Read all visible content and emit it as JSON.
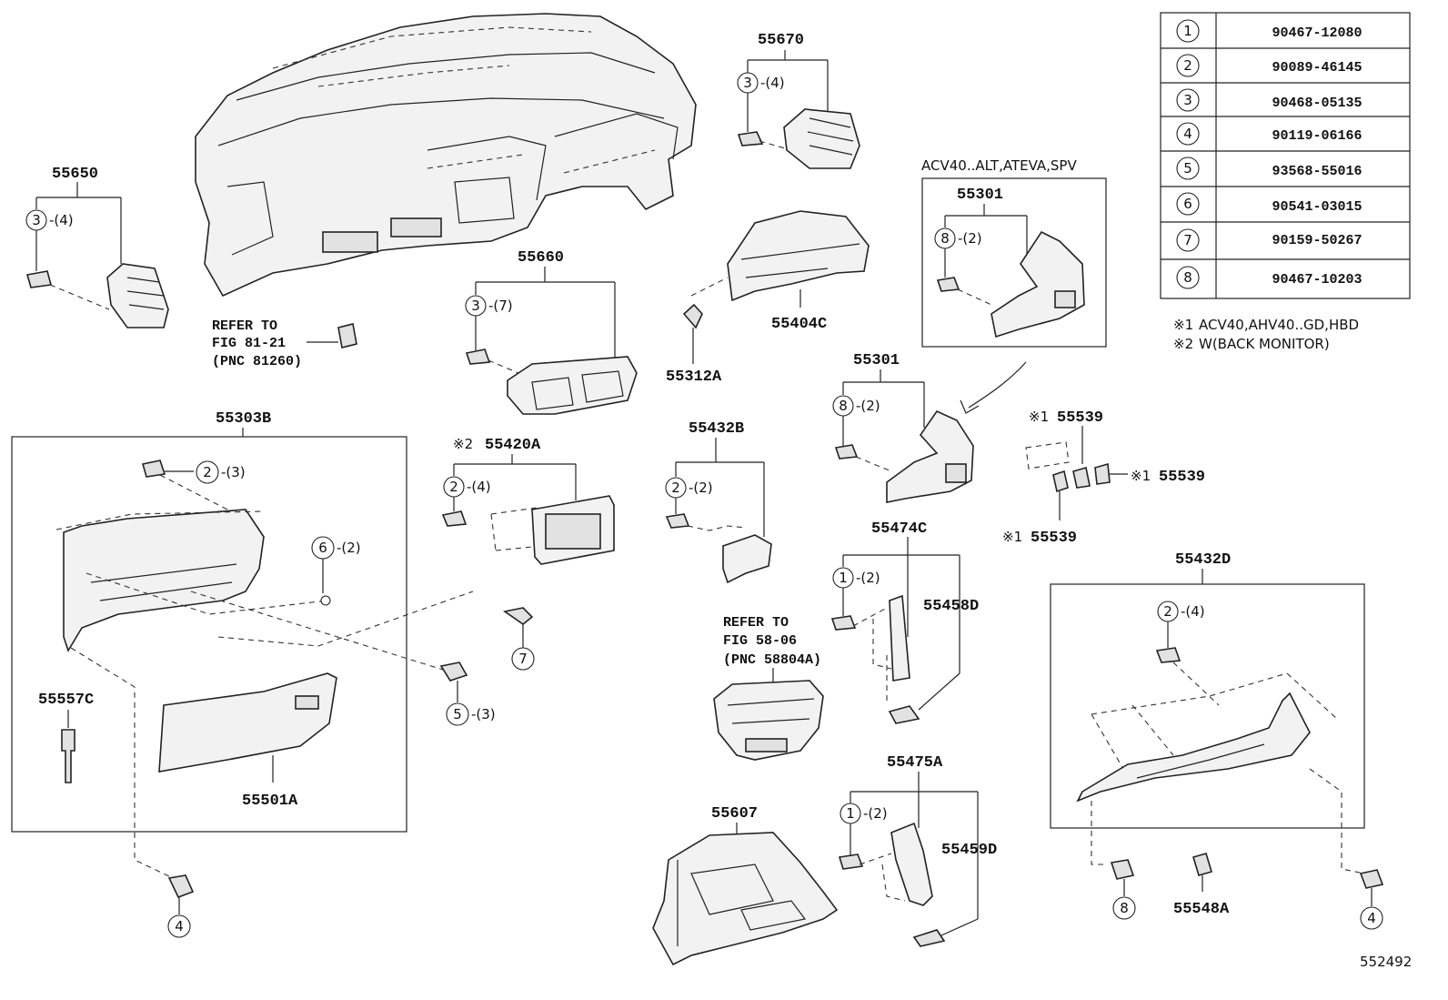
{
  "labels": {
    "p55670": "55670",
    "p55650": "55650",
    "p55660": "55660",
    "p55404C": "55404C",
    "p55312A": "55312A",
    "p55301_inset": "55301",
    "p55301": "55301",
    "p55303B": "55303B",
    "p55420A": "55420A",
    "p55432B": "55432B",
    "p55474C": "55474C",
    "p55458D": "55458D",
    "p55539_top": "55539",
    "p55539_right": "55539",
    "p55539_bottom": "55539",
    "p55432D": "55432D",
    "p55557C": "55557C",
    "p55501A": "55501A",
    "p55475A": "55475A",
    "p55607": "55607",
    "p55459D": "55459D",
    "p55548A": "55548A",
    "diagram_no": "552492"
  },
  "inset_title": "ACV40..ALT,ATEVA,SPV",
  "marks": {
    "m1": "※1",
    "m2": "※2"
  },
  "refer_notes": [
    {
      "lines": [
        "REFER TO",
        "FIG 81-21",
        "(PNC 81260)"
      ]
    },
    {
      "lines": [
        "REFER TO",
        "FIG 58-06",
        "(PNC 58804A)"
      ]
    }
  ],
  "callouts": {
    "c55670": {
      "n": "3",
      "q": "-(4)"
    },
    "c55650": {
      "n": "3",
      "q": "-(4)"
    },
    "c55660": {
      "n": "3",
      "q": "-(7)"
    },
    "c55301_inset": {
      "n": "8",
      "q": "-(2)"
    },
    "c55301": {
      "n": "8",
      "q": "-(2)"
    },
    "c55303B_top": {
      "n": "2",
      "q": "-(3)"
    },
    "c55303B_6": {
      "n": "6",
      "q": "-(2)"
    },
    "c55303B_7": {
      "n": "7",
      "q": ""
    },
    "c55303B_5": {
      "n": "5",
      "q": "-(3)"
    },
    "c55420A": {
      "n": "2",
      "q": "-(4)"
    },
    "c55432B": {
      "n": "2",
      "q": "-(2)"
    },
    "c55474C": {
      "n": "1",
      "q": "-(2)"
    },
    "c55475A": {
      "n": "1",
      "q": "-(2)"
    },
    "c55432D": {
      "n": "2",
      "q": "-(4)"
    },
    "c_bottom_4a": {
      "n": "4",
      "q": ""
    },
    "c_bottom_8": {
      "n": "8",
      "q": ""
    },
    "c_bottom_4b": {
      "n": "4",
      "q": ""
    }
  },
  "parts_table": [
    {
      "no": "1",
      "part_number": "90467-12080"
    },
    {
      "no": "2",
      "part_number": "90089-46145"
    },
    {
      "no": "3",
      "part_number": "90468-05135"
    },
    {
      "no": "4",
      "part_number": "90119-06166"
    },
    {
      "no": "5",
      "part_number": "93568-55016"
    },
    {
      "no": "6",
      "part_number": "90541-03015"
    },
    {
      "no": "7",
      "part_number": "90159-50267"
    },
    {
      "no": "8",
      "part_number": "90467-10203"
    }
  ],
  "footnotes": [
    {
      "mark": "※1",
      "text": "ACV40,AHV40..GD,HBD"
    },
    {
      "mark": "※2",
      "text": "W(BACK MONITOR)"
    }
  ]
}
